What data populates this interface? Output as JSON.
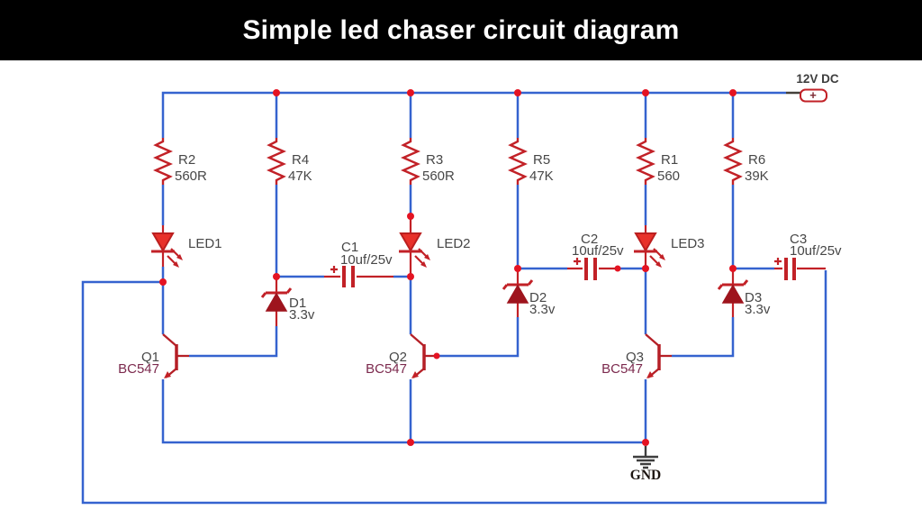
{
  "title": "Simple led chaser circuit diagram",
  "power": {
    "label": "12V DC",
    "terminal": "+"
  },
  "ground": {
    "label": "GND"
  },
  "colors": {
    "wire": "#3563cf",
    "component": "#c22127",
    "led_fill": "#e8312a",
    "zener_fill": "#9e141d",
    "junction_dot": "#e41322",
    "label": "#474747",
    "transistor_part_label": "#7c2a4e",
    "header_bg": "#000000",
    "header_text": "#ffffff",
    "ground_symbol": "#3e3e3e"
  },
  "components": {
    "resistors": [
      {
        "ref": "R2",
        "value": "560R"
      },
      {
        "ref": "R4",
        "value": "47K"
      },
      {
        "ref": "R3",
        "value": "560R"
      },
      {
        "ref": "R5",
        "value": "47K"
      },
      {
        "ref": "R1",
        "value": "560"
      },
      {
        "ref": "R6",
        "value": "39K"
      }
    ],
    "leds": [
      {
        "ref": "LED1"
      },
      {
        "ref": "LED2"
      },
      {
        "ref": "LED3"
      }
    ],
    "capacitors": [
      {
        "ref": "C1",
        "value": "10uf/25v"
      },
      {
        "ref": "C2",
        "value": "10uf/25v"
      },
      {
        "ref": "C3",
        "value": "10uf/25v"
      }
    ],
    "zener_diodes": [
      {
        "ref": "D1",
        "value": "3.3v"
      },
      {
        "ref": "D2",
        "value": "3.3v"
      },
      {
        "ref": "D3",
        "value": "3.3v"
      }
    ],
    "transistors": [
      {
        "ref": "Q1",
        "part": "BC547"
      },
      {
        "ref": "Q2",
        "part": "BC547"
      },
      {
        "ref": "Q3",
        "part": "BC547"
      }
    ]
  }
}
